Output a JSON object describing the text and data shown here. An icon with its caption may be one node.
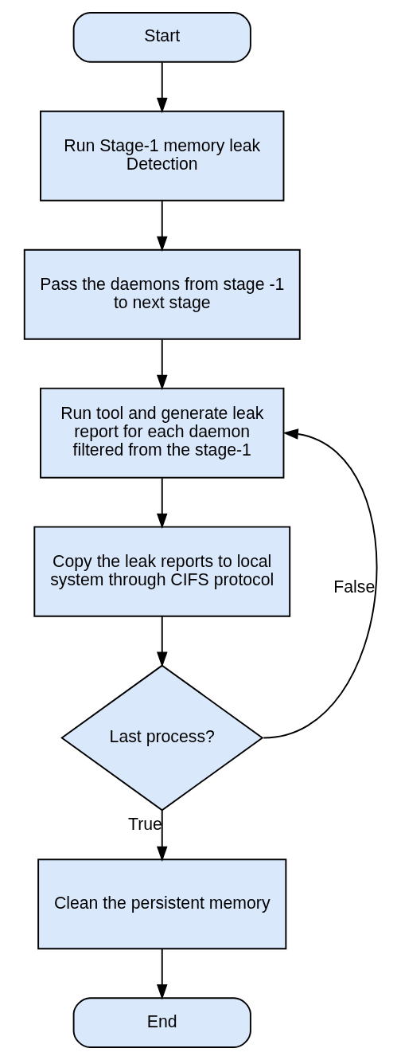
{
  "diagram": {
    "nodes": [
      {
        "text": [
          "Start"
        ]
      },
      {
        "text": [
          "Run Stage-1 memory leak Detection"
        ]
      },
      {
        "text": [
          "Pass the daemons from stage -1 to next stage"
        ]
      },
      {
        "text": [
          "Run tool and generate leak report for each daemon filtered from the stage-1"
        ]
      },
      {
        "text": [
          "Copy the leak reports to local system through CIFS protocol"
        ]
      },
      {
        "text": [
          "Last process?"
        ]
      },
      {
        "text": [
          "Clean the persistent memory"
        ]
      },
      {
        "text": [
          "End"
        ]
      }
    ],
    "edges": [
      {
        "from": 0,
        "to": 1,
        "arrow": "to"
      },
      {
        "from": 1,
        "to": 2,
        "arrow": "to"
      },
      {
        "from": 2,
        "to": 3,
        "arrow": "to"
      },
      {
        "from": 3,
        "to": 4,
        "arrow": "to"
      },
      {
        "from": 4,
        "to": 5,
        "arrow": "to"
      },
      {
        "from": 5,
        "to": 3,
        "arrow": "to",
        "label": "False"
      },
      {
        "from": 5,
        "to": 6,
        "arrow": "to",
        "label": "True"
      },
      {
        "from": 6,
        "to": 7,
        "arrow": "to"
      }
    ]
  }
}
